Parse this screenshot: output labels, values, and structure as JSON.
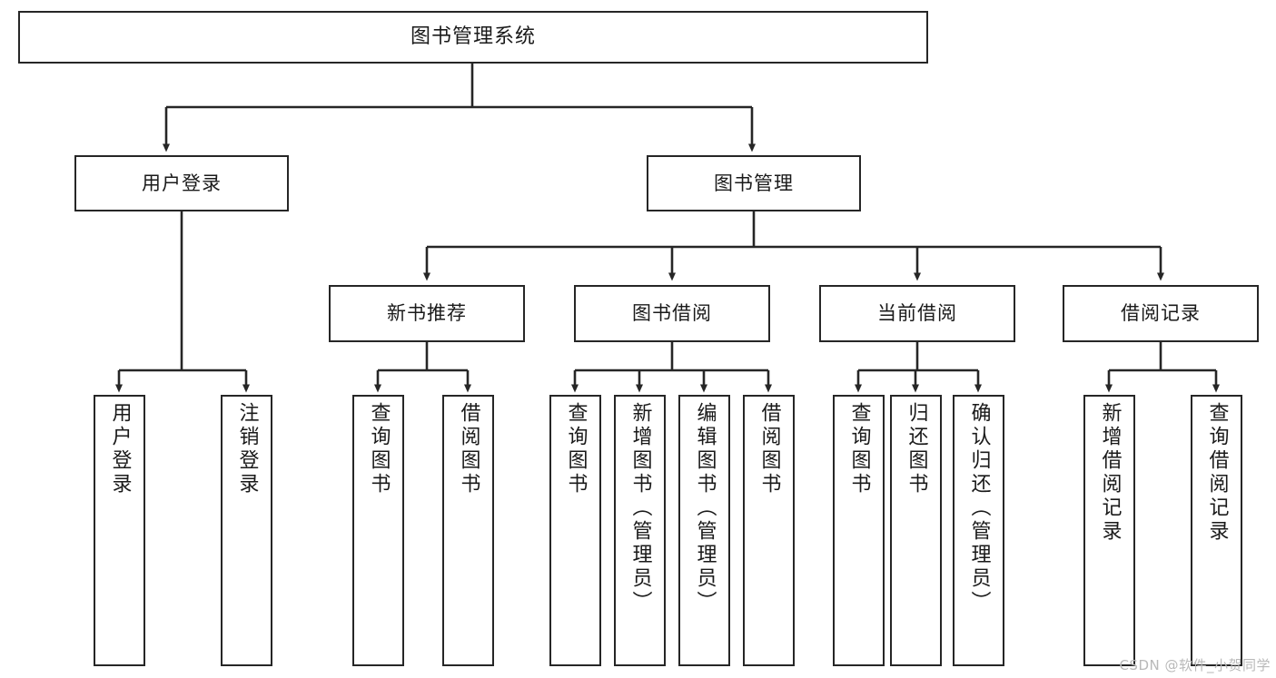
{
  "diagram": {
    "title": "图书管理系统",
    "type": "tree",
    "levels": 4,
    "root": {
      "id": "root",
      "label": "图书管理系统"
    },
    "level2": [
      {
        "id": "user-login",
        "label": "用户登录"
      },
      {
        "id": "book-manage",
        "label": "图书管理"
      }
    ],
    "level3": [
      {
        "id": "new-book-rec",
        "label": "新书推荐",
        "parent": "book-manage"
      },
      {
        "id": "book-borrow",
        "label": "图书借阅",
        "parent": "book-manage"
      },
      {
        "id": "current-borrow",
        "label": "当前借阅",
        "parent": "book-manage"
      },
      {
        "id": "borrow-record",
        "label": "借阅记录",
        "parent": "book-manage"
      }
    ],
    "leaves": [
      {
        "id": "leaf-user-login",
        "label": "用户登录",
        "parent": "user-login"
      },
      {
        "id": "leaf-logout",
        "label": "注销登录",
        "parent": "user-login"
      },
      {
        "id": "leaf-query-book-1",
        "label": "查询图书",
        "parent": "new-book-rec"
      },
      {
        "id": "leaf-borrow-book-1",
        "label": "借阅图书",
        "parent": "new-book-rec"
      },
      {
        "id": "leaf-query-book-2",
        "label": "查询图书",
        "parent": "book-borrow"
      },
      {
        "id": "leaf-add-book",
        "label": "新增图书（管理员）",
        "parent": "book-borrow"
      },
      {
        "id": "leaf-edit-book",
        "label": "编辑图书（管理员）",
        "parent": "book-borrow"
      },
      {
        "id": "leaf-borrow-book-2",
        "label": "借阅图书",
        "parent": "book-borrow"
      },
      {
        "id": "leaf-query-book-3",
        "label": "查询图书",
        "parent": "current-borrow"
      },
      {
        "id": "leaf-return-book",
        "label": "归还图书",
        "parent": "current-borrow"
      },
      {
        "id": "leaf-confirm-return",
        "label": "确认归还（管理员）",
        "parent": "current-borrow"
      },
      {
        "id": "leaf-add-record",
        "label": "新增借阅记录",
        "parent": "borrow-record"
      },
      {
        "id": "leaf-query-record",
        "label": "查询借阅记录",
        "parent": "borrow-record"
      }
    ],
    "watermark": "CSDN @软件_小贺同学",
    "colors": {
      "stroke": "#262626",
      "text": "#1a1a1a",
      "background": "#ffffff",
      "watermark": "#b9b9b9"
    }
  }
}
